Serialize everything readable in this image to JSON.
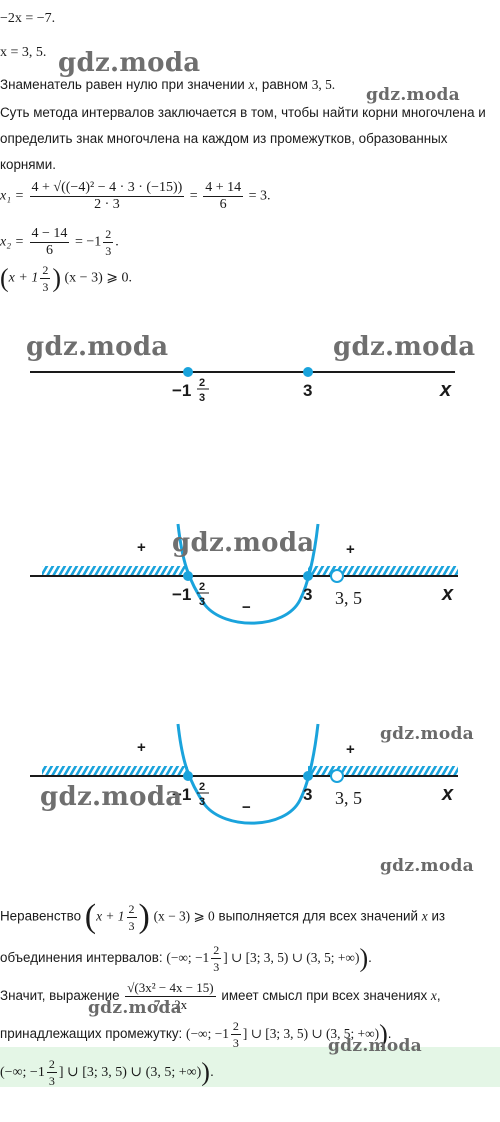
{
  "lines": {
    "l1": "−2x = −7.",
    "l2": "x = 3, 5.",
    "l3_pre": "Знаменатель равен нулю при значении ",
    "l3_var": "x",
    "l3_post": ", равном ",
    "l3_val": "3, 5.",
    "p1": "Суть метода интервалов заключается в том, чтобы найти корни многочлена и",
    "p2": "определить знак многочлена на каждом из промежутков, образованных",
    "p3": "корнями.",
    "x1_lhs": "x₁ =",
    "x1_num": "4 + √((−4)² − 4 · 3 · (−15))",
    "x1_den": "2 · 3",
    "x1_eq": "=",
    "x1_num2": "4 + 14",
    "x1_den2": "6",
    "x1_res": "= 3.",
    "x2_lhs": "x₂ =",
    "x2_num": "4 − 14",
    "x2_den": "6",
    "x2_res_pre": "= −1",
    "x2_res_num": "2",
    "x2_res_den": "3",
    "ineq_a": "x + 1",
    "ineq_b": "(x − 3) ⩾ 0."
  },
  "axis1": {
    "root1_int": "−1",
    "root1_num": "2",
    "root1_den": "3",
    "root2": "3",
    "var": "x"
  },
  "axis2": {
    "plus_left": "+",
    "plus_right": "+",
    "minus": "−",
    "root1_int": "−1",
    "root1_num": "2",
    "root1_den": "3",
    "root2": "3",
    "excluded": "3, 5",
    "var": "x"
  },
  "axis3": {
    "plus_left": "+",
    "plus_right": "+",
    "minus": "−",
    "root1_int": "−1",
    "root1_num": "2",
    "root1_den": "3",
    "root2": "3",
    "excluded": "3, 5",
    "var": "x"
  },
  "conclusion": {
    "c1_pre": "Неравенство",
    "c1_mid": "x + 1",
    "c1_frac_num": "2",
    "c1_frac_den": "3",
    "c1_tail": "(x − 3) ⩾ 0",
    "c1_post": "выполняется для всех значений",
    "c1_var": "x",
    "c1_end": "из",
    "c2_pre": "объединения интервалов:",
    "c2_set_a": "(−∞; −1",
    "c2_set_b": "] ∪ [3; 3, 5) ∪ (3, 5; +∞)",
    "c2_end": ".",
    "c3_pre": "Значит, выражение",
    "c3_num": "√(3x² − 4x − 15)",
    "c3_den": "7 − 2x",
    "c3_post": "имеет смысл при всех значениях",
    "c3_var": "x",
    "c3_end": ",",
    "c4_pre": "принадлежащих промежутку:",
    "c4_end": "."
  },
  "answer": {
    "a": "(−∞; −1",
    "b": "] ∪ [3; 3, 5) ∪ (3, 5; +∞)",
    "end": "."
  },
  "watermarks": {
    "text": "gdz.moda"
  },
  "colors": {
    "axis_blue": "#1aa3dc",
    "answer_bg": "#e4f6e6",
    "hatch": "#1aa3dc"
  }
}
